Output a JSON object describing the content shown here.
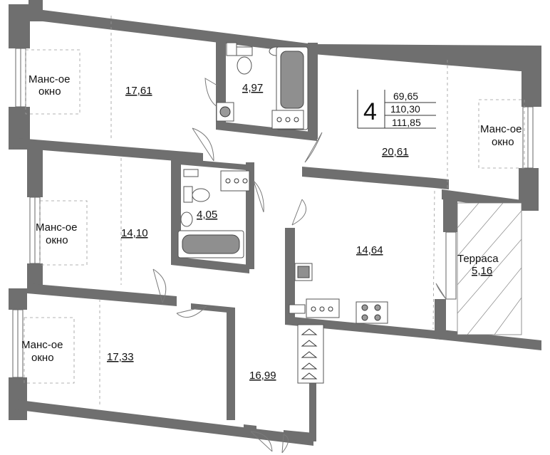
{
  "apartment": {
    "rooms_count": "4",
    "areas": [
      "69,65",
      "110,30",
      "111,85"
    ]
  },
  "rooms": [
    {
      "id": "room-top-left",
      "area": "17,61",
      "window_label_1": "Манс-ое",
      "window_label_2": "окно"
    },
    {
      "id": "bathroom-top",
      "area": "4,97"
    },
    {
      "id": "room-top-right",
      "area": "20,61",
      "window_label_1": "Манс-ое",
      "window_label_2": "окно"
    },
    {
      "id": "room-mid-left",
      "area": "14,10",
      "window_label_1": "Манс-ое",
      "window_label_2": "окно"
    },
    {
      "id": "bathroom-mid",
      "area": "4,05"
    },
    {
      "id": "kitchen",
      "area": "14,64"
    },
    {
      "id": "terrace",
      "area": "5,16",
      "label": "Терраса"
    },
    {
      "id": "room-bottom-left",
      "area": "17,33",
      "window_label_1": "Манс-ое",
      "window_label_2": "окно"
    },
    {
      "id": "hall",
      "area": "16,99"
    }
  ],
  "colors": {
    "wall": "#6f6f6f",
    "fixture": "#8f8f8f"
  }
}
